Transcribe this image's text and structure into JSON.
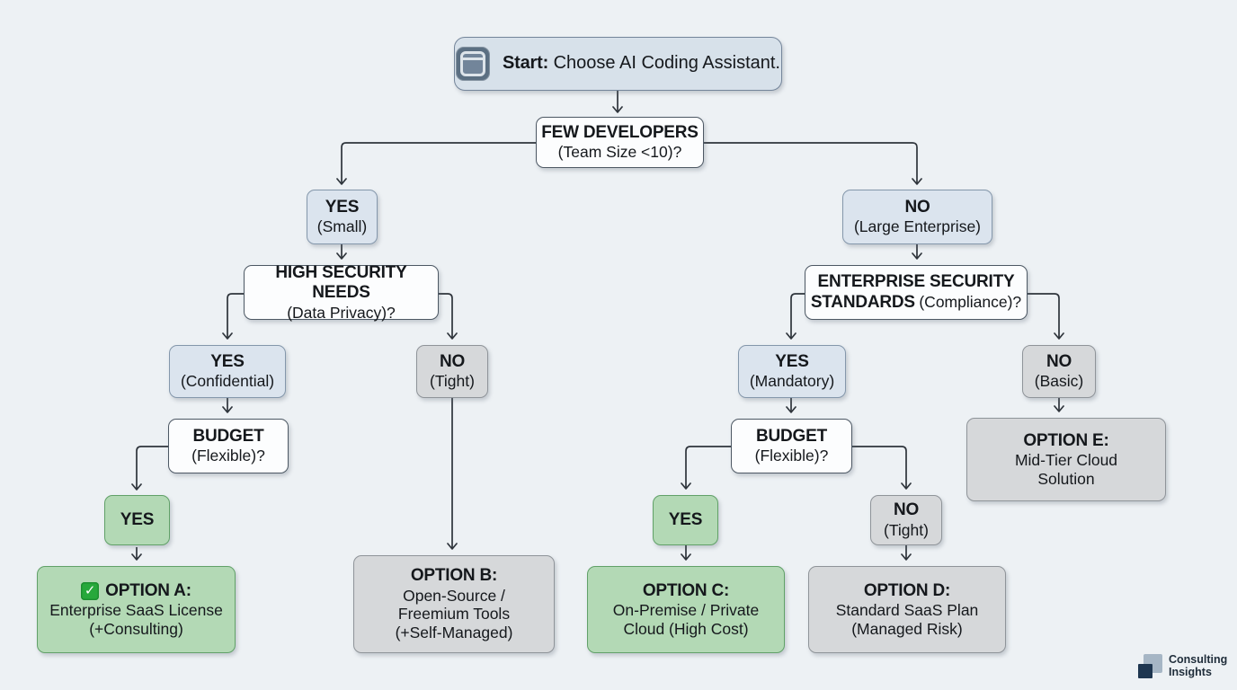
{
  "colors": {
    "background": "#edf1f4",
    "line": "#2e343b",
    "node_blue": "#dbe4ee",
    "node_white": "#fcfdfe",
    "node_gray": "#d6d8da",
    "node_green": "#b3d9b5",
    "check_green": "#27a83b"
  },
  "nodes": {
    "start": {
      "bold": "Start:",
      "text": "Choose AI Coding Assistant."
    },
    "few_developers": {
      "bold": "FEW DEVELOPERS",
      "sub": "(Team Size <10)?"
    },
    "yes_small": {
      "bold": "YES",
      "sub": "(Small)"
    },
    "no_large_enterprise": {
      "bold": "NO",
      "sub": "(Large Enterprise)"
    },
    "high_security": {
      "bold": "HIGH SECURITY NEEDS",
      "sub": "(Data Privacy)?"
    },
    "enterprise_security": {
      "bold1": "ENTERPRISE SECURITY",
      "bold2": "STANDARDS",
      "sub": "(Compliance)?"
    },
    "yes_confidential": {
      "bold": "YES",
      "sub": "(Confidential)"
    },
    "no_tight_left": {
      "bold": "NO",
      "sub": "(Tight)"
    },
    "yes_mandatory": {
      "bold": "YES",
      "sub": "(Mandatory)"
    },
    "no_basic": {
      "bold": "NO",
      "sub": "(Basic)"
    },
    "budget_left": {
      "bold": "BUDGET",
      "sub": "(Flexible)?"
    },
    "budget_right": {
      "bold": "BUDGET",
      "sub": "(Flexible)?"
    },
    "yes_left": {
      "bold": "YES"
    },
    "yes_right": {
      "bold": "YES"
    },
    "no_tight_right": {
      "bold": "NO",
      "sub": "(Tight)"
    },
    "option_a": {
      "check": "✓",
      "bold": "OPTION A:",
      "lines": [
        "Enterprise SaaS License",
        "(+Consulting)"
      ]
    },
    "option_b": {
      "bold": "OPTION B:",
      "lines": [
        "Open-Source /",
        "Freemium Tools",
        "(+Self-Managed)"
      ]
    },
    "option_c": {
      "bold": "OPTION C:",
      "lines": [
        "On-Premise / Private",
        "Cloud (High Cost)"
      ]
    },
    "option_d": {
      "bold": "OPTION D:",
      "lines": [
        "Standard SaaS Plan",
        "(Managed Risk)"
      ]
    },
    "option_e": {
      "bold": "OPTION E:",
      "lines": [
        "Mid-Tier Cloud",
        "Solution"
      ]
    }
  },
  "logo": {
    "line1": "Consulting",
    "line2": "Insights"
  }
}
